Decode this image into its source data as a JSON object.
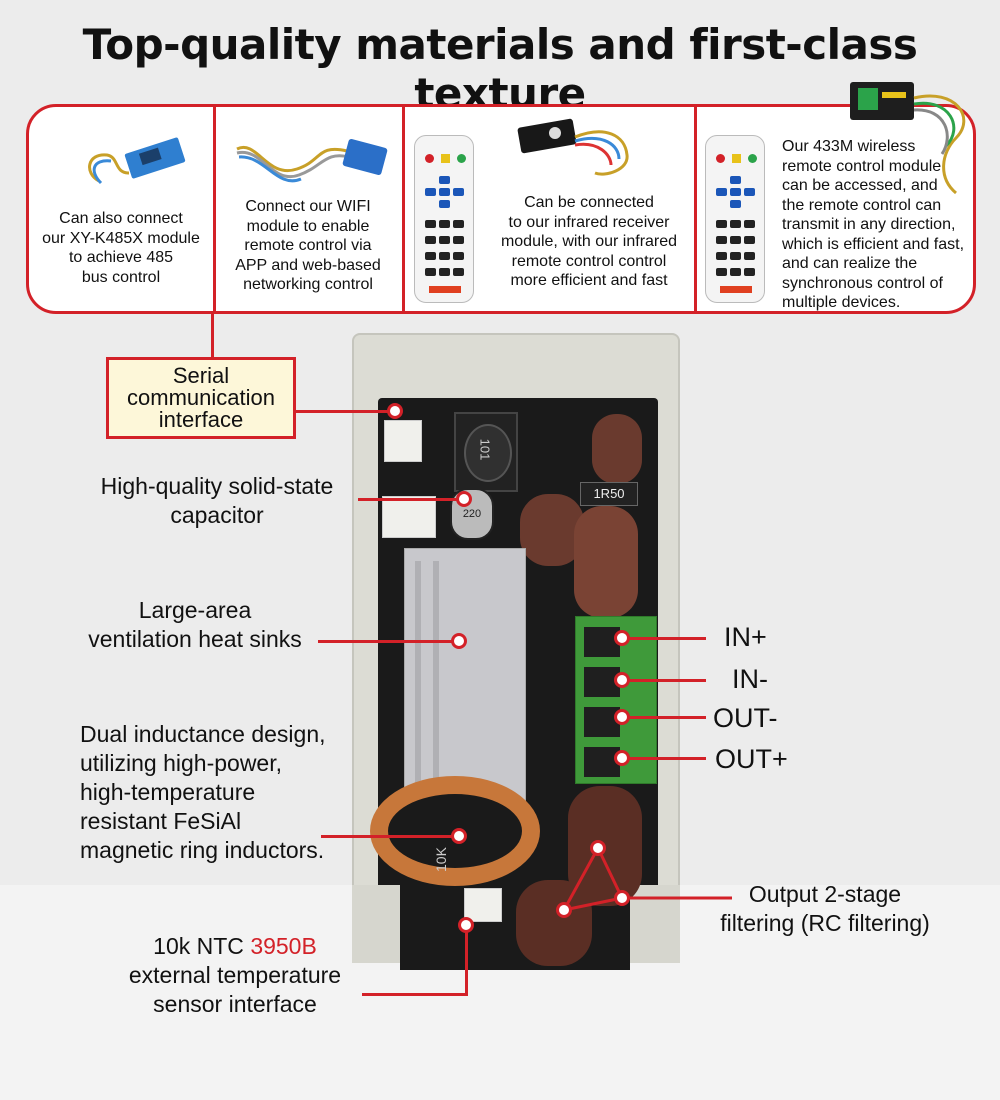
{
  "title": "Top-quality materials and first-class texture",
  "panels": {
    "p1": [
      "Can also connect",
      "our XY-K485X module",
      "to achieve 485",
      "bus control"
    ],
    "p2": [
      "Connect our WIFI",
      "module to enable",
      "remote control via",
      "APP and web-based",
      "networking control"
    ],
    "p3": [
      "Can be connected",
      "to our infrared receiver",
      "module, with our infrared",
      "remote control control",
      "more efficient and fast"
    ],
    "p4": [
      "Our 433M wireless",
      "remote control module",
      "can be accessed, and",
      "the remote control can",
      "transmit in any direction,",
      "which is efficient and fast,",
      " and can realize the",
      "synchronous control of",
      "multiple devices."
    ]
  },
  "callouts": {
    "serial": [
      "Serial",
      "communication",
      "interface"
    ],
    "capacitor": [
      "High-quality solid-state",
      "capacitor"
    ],
    "heatsink": [
      "Large-area",
      "ventilation heat sinks"
    ],
    "inductor": [
      "Dual inductance design,",
      "utilizing high-power,",
      "high-temperature",
      "resistant FeSiAl",
      "magnetic ring inductors."
    ],
    "ntc_prefix": "10k NTC ",
    "ntc_highlight": "3950B",
    "ntc_rest": [
      "external temperature",
      "sensor interface"
    ],
    "filter": [
      "Output 2-stage",
      "filtering (RC filtering)"
    ]
  },
  "ports": [
    "IN+",
    "IN-",
    "OUT-",
    "OUT+"
  ],
  "board_marks": {
    "inductor_code": "101",
    "resistor_code": "1R50",
    "cap_code": "220",
    "ntc_code": "10K"
  },
  "colors": {
    "accent": "#d32128",
    "highlight": "#d32128",
    "terminal": "#3f9a3a"
  }
}
